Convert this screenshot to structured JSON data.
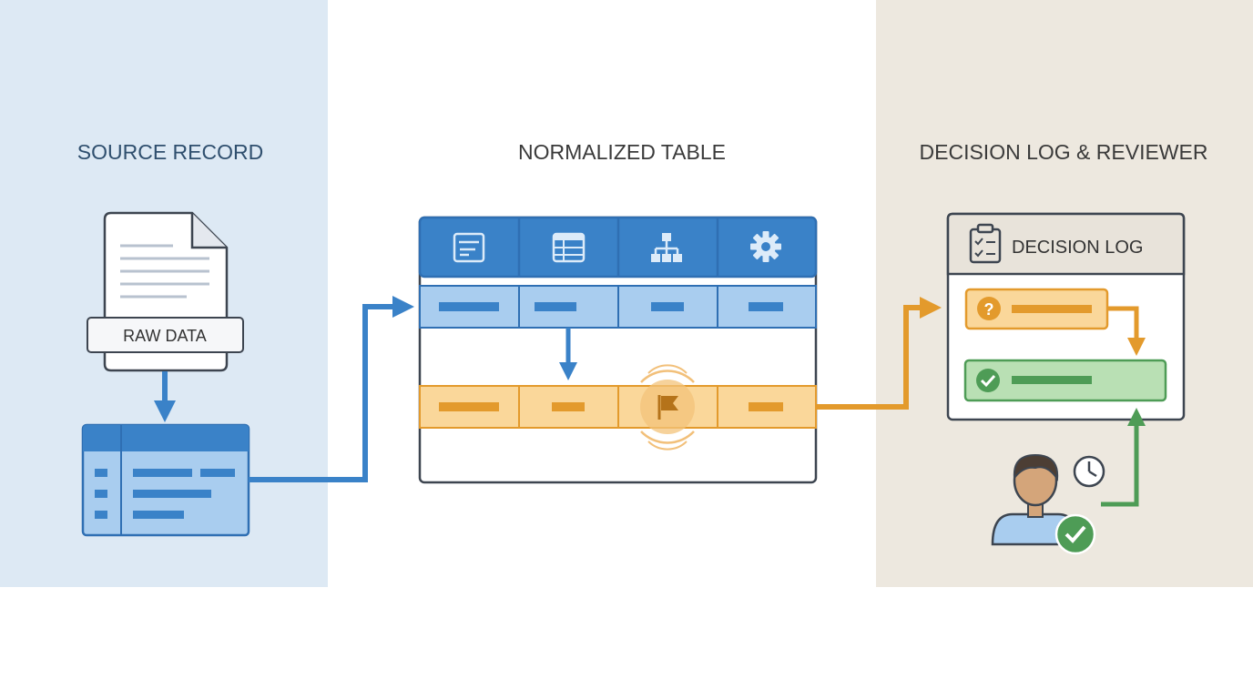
{
  "panels": {
    "source": {
      "title": "SOURCE RECORD",
      "raw_label": "RAW DATA",
      "bg_color": "#dde9f4"
    },
    "normalized": {
      "title": "NORMALIZED TABLE",
      "header_icons": [
        "form-icon",
        "grid-table-icon",
        "hierarchy-icon",
        "gear-icon"
      ]
    },
    "decision": {
      "title": "DECISION LOG & REVIEWER",
      "log_title": "DECISION LOG",
      "bg_color": "#ede8df"
    }
  },
  "colors": {
    "blue": "#3a82c8",
    "blue_dark": "#2f6fb3",
    "blue_light": "#a9cdef",
    "orange": "#e39a2c",
    "orange_light": "#fad79a",
    "green": "#4e9c56",
    "green_light": "#b9e0b4",
    "outline": "#3d4550",
    "title_source": "#2f4f6e",
    "title_other": "#3a3a3a"
  }
}
